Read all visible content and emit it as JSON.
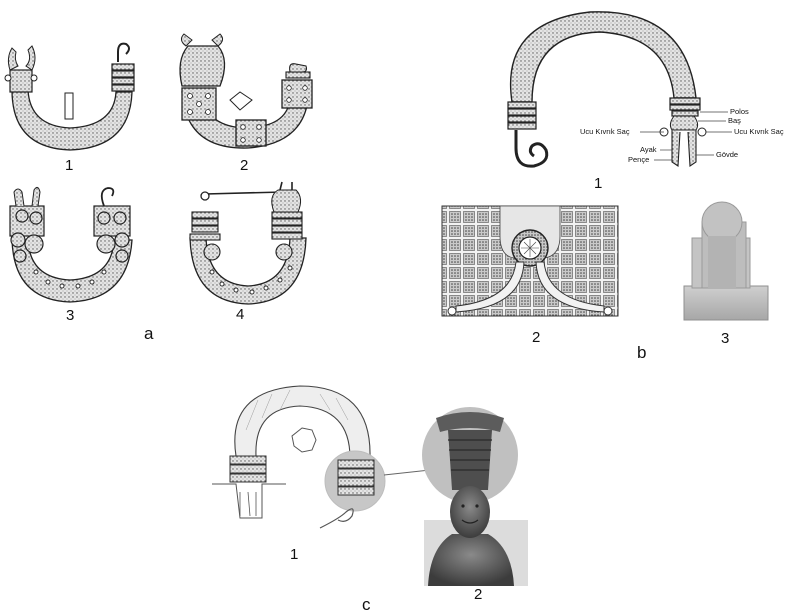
{
  "panel_a": {
    "group_label": "a",
    "figures": [
      {
        "number": "1"
      },
      {
        "number": "2"
      },
      {
        "number": "3"
      },
      {
        "number": "4"
      }
    ]
  },
  "panel_b": {
    "group_label": "b",
    "figures": [
      {
        "number": "1"
      },
      {
        "number": "2"
      },
      {
        "number": "3"
      }
    ],
    "annotations": {
      "polos": "Polos",
      "bas": "Baş",
      "ucu_kivrik_sac_left": "Ucu Kıvrık Saç",
      "ucu_kivrik_sac_right": "Ucu Kıvrık Saç",
      "ayak": "Ayak",
      "pence": "Pençe",
      "govde": "Gövde"
    }
  },
  "panel_c": {
    "group_label": "c",
    "figures": [
      {
        "number": "1"
      },
      {
        "number": "2"
      }
    ]
  },
  "colors": {
    "ink": "#2a2a2a",
    "bronze_fill": "#d8d8d8",
    "highlight_circle": "#bdbdbd",
    "photo_stone": "#b9b9b9",
    "photo_head": "#6e6e6e"
  }
}
